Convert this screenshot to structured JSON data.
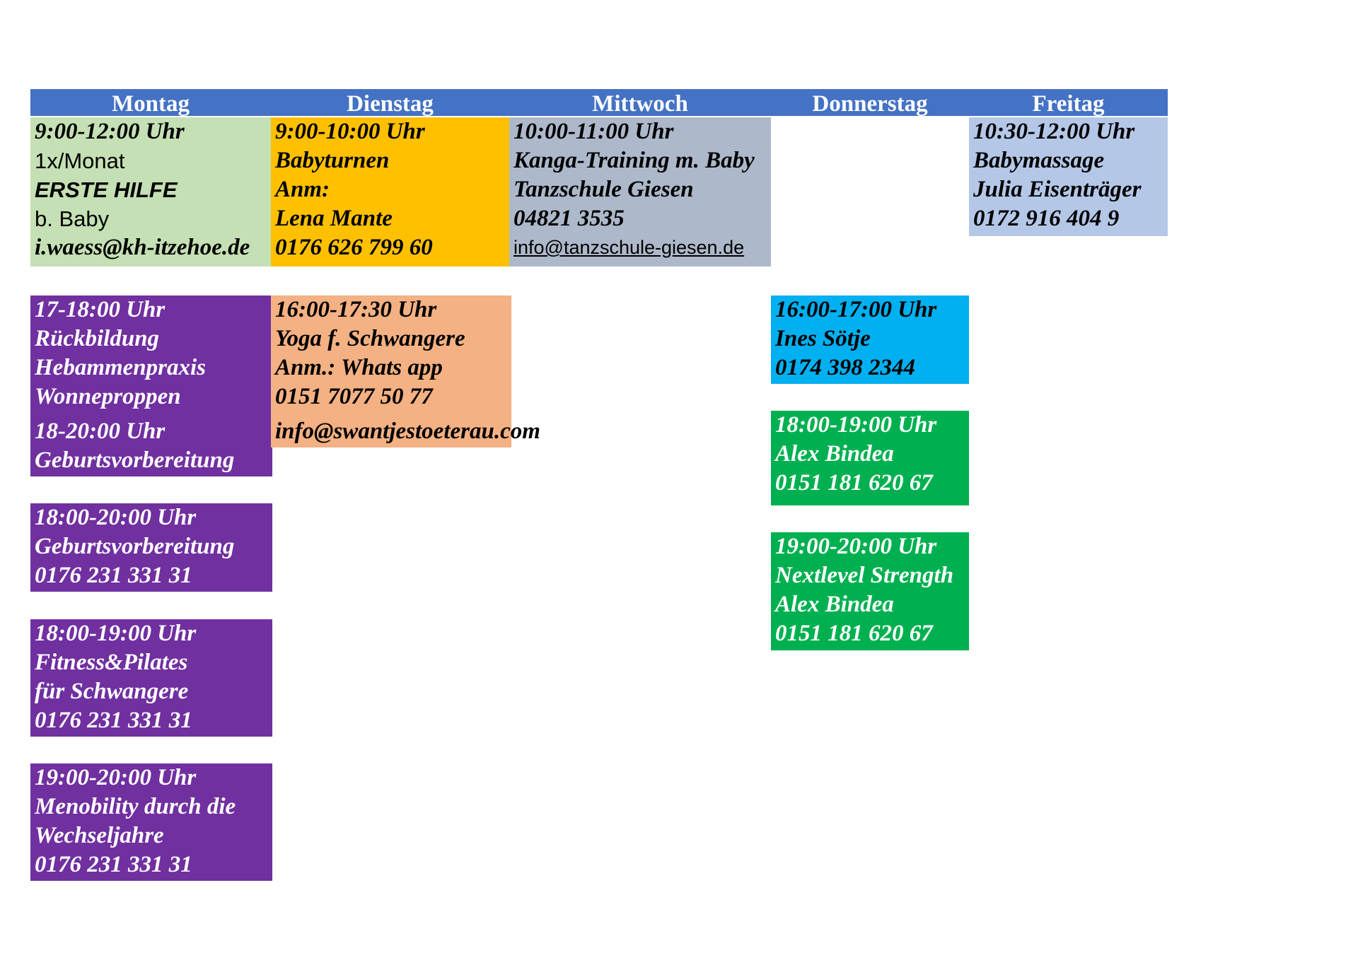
{
  "days": [
    "Montag",
    "Dienstag",
    "Mittwoch",
    "Donnerstag",
    "Freitag"
  ],
  "colors": {
    "header": "#4472c4",
    "mon_first": "#c5e0b4",
    "tue_first": "#ffc000",
    "wed_first": "#adb9ca",
    "fri_first": "#b4c7e7",
    "mon_courses": "#7030a0",
    "tue_second": "#f4b183",
    "thu_first": "#00b0f0",
    "thu_courses": "#00b050"
  },
  "monday": {
    "erste_hilfe": [
      "9:00-12:00 Uhr",
      "1x/Monat",
      "ERSTE HILFE",
      "b. Baby",
      "i.waess@kh-itzehoe.de"
    ],
    "rueckbildung": [
      "17-18:00 Uhr",
      "Rückbildung",
      "Hebammenpraxis",
      "Wonneproppen",
      "18-20:00 Uhr",
      "Geburtsvorbereitung"
    ],
    "geburt": [
      "18:00-20:00 Uhr",
      "Geburtsvorbereitung",
      "0176 231 331 31"
    ],
    "fitness": [
      "18:00-19:00 Uhr",
      "Fitness&Pilates",
      "für Schwangere",
      "0176 231 331 31"
    ],
    "menobility": [
      "19:00-20:00 Uhr",
      "Menobility durch die",
      "Wechseljahre",
      "0176 231 331 31"
    ]
  },
  "tuesday": {
    "babyturnen": [
      "9:00-10:00 Uhr",
      "Babyturnen",
      "Anm:",
      "Lena Mante",
      "0176 626 799 60"
    ],
    "yoga": [
      "16:00-17:30 Uhr",
      "Yoga f. Schwangere",
      "Anm.: Whats app",
      "0151 7077 50 77",
      "info@swantjestoeterau.com"
    ]
  },
  "wednesday": {
    "kanga": [
      "10:00-11:00 Uhr",
      "Kanga-Training m. Baby",
      "Tanzschule Giesen",
      "04821 3535",
      "info@tanzschule-giesen.de"
    ]
  },
  "thursday": {
    "ines": [
      "16:00-17:00 Uhr",
      "Ines Sötje",
      "0174 398 2344"
    ],
    "alex1": [
      "18:00-19:00 Uhr",
      "Alex Bindea",
      "0151 181 620 67"
    ],
    "alex2": [
      "19:00-20:00 Uhr",
      "Nextlevel Strength",
      "Alex Bindea",
      "0151 181 620 67"
    ]
  },
  "friday": {
    "babymassage": [
      "10:30-12:00 Uhr",
      "Babymassage",
      "Julia Eisenträger",
      "0172 916 404 9"
    ]
  }
}
